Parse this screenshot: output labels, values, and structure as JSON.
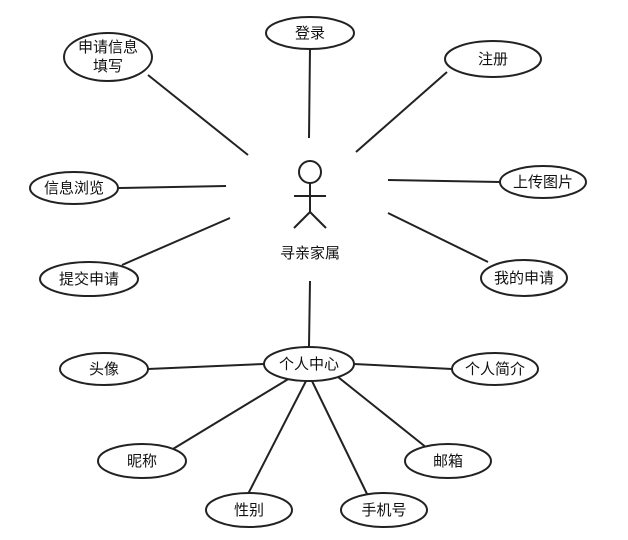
{
  "actor": {
    "label": "寻亲家属"
  },
  "use_cases": {
    "login": "登录",
    "register": "注册",
    "apply_info_line1": "申请信息",
    "apply_info_line2": "填写",
    "upload_image": "上传图片",
    "browse_info": "信息浏览",
    "my_applications": "我的申请",
    "submit_application": "提交申请",
    "personal_center": "个人中心",
    "avatar": "头像",
    "bio": "个人简介",
    "nickname": "昵称",
    "email": "邮箱",
    "gender": "性别",
    "phone": "手机号"
  }
}
